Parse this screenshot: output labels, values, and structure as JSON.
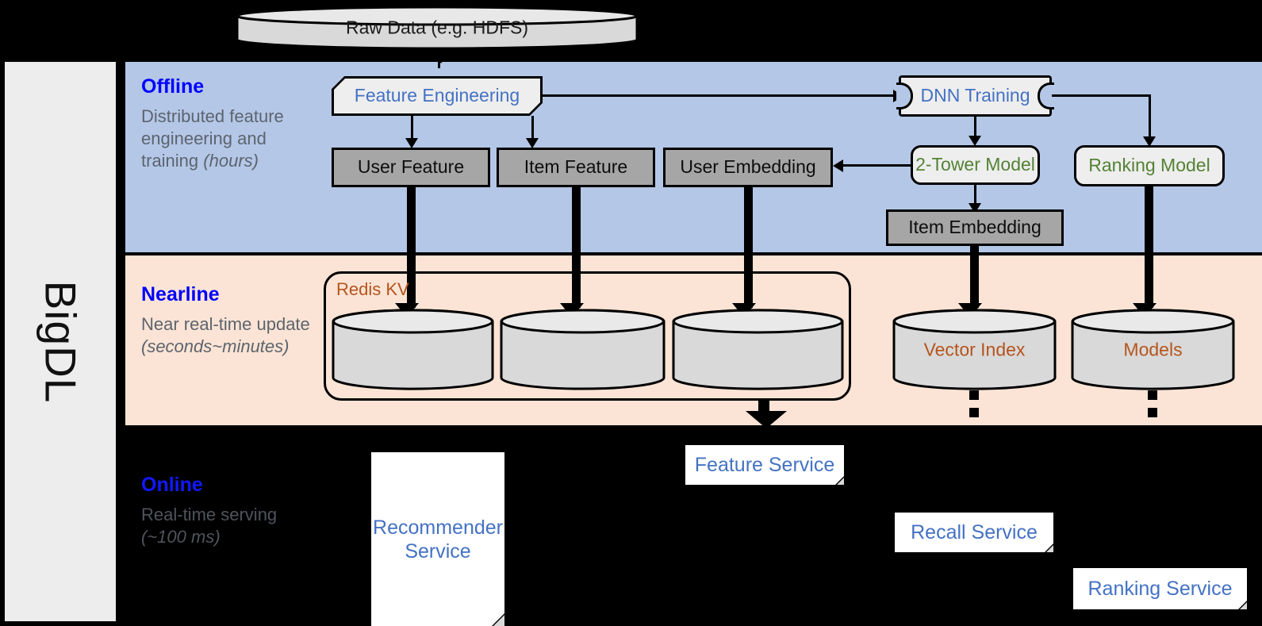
{
  "framework": {
    "name": "BigDL"
  },
  "source": {
    "label": "Raw Data (e.g. HDFS)"
  },
  "bands": {
    "offline": {
      "title": "Offline",
      "subtitle_plain": "Distributed feature engineering and training ",
      "subtitle_italic": "(hours)",
      "bg_color": "#b4c7e7"
    },
    "nearline": {
      "title": "Nearline",
      "subtitle_plain": "Near real-time update ",
      "subtitle_italic": "(seconds~minutes)",
      "bg_color": "#fbe4d5"
    },
    "online": {
      "title": "Online",
      "subtitle_plain": "Real-time serving ",
      "subtitle_italic": "(~100 ms)",
      "bg_color": "#000000"
    }
  },
  "offline_nodes": {
    "feature_engineering": {
      "label": "Feature Engineering",
      "text_color": "#4472c4"
    },
    "dnn_training": {
      "label": "DNN Training",
      "text_color": "#4472c4"
    },
    "user_feature": {
      "label": "User Feature"
    },
    "item_feature": {
      "label": "Item Feature"
    },
    "user_embedding": {
      "label": "User Embedding"
    },
    "two_tower_model": {
      "label": "2-Tower Model",
      "text_color": "#548235"
    },
    "ranking_model": {
      "label": "Ranking Model",
      "text_color": "#548235"
    },
    "item_embedding": {
      "label": "Item Embedding"
    }
  },
  "nearline_nodes": {
    "redis_group": {
      "label": "Redis KV",
      "text_color": "#b5551d"
    },
    "store_user_feature": {
      "label": ""
    },
    "store_item_feature": {
      "label": ""
    },
    "store_user_embedding": {
      "label": ""
    },
    "vector_index": {
      "label": "Vector Index",
      "text_color": "#b5551d"
    },
    "models": {
      "label": "Models",
      "text_color": "#b5551d"
    }
  },
  "online_nodes": {
    "recommender_service": {
      "label": "Recommender Service",
      "text_color": "#4472c4"
    },
    "feature_service": {
      "label": "Feature Service",
      "text_color": "#4472c4"
    },
    "recall_service": {
      "label": "Recall Service",
      "text_color": "#4472c4"
    },
    "ranking_service": {
      "label": "Ranking Service",
      "text_color": "#4472c4"
    }
  },
  "colors": {
    "accent_blue": "#0000ff",
    "node_blue_text": "#4472c4",
    "node_green_text": "#548235",
    "node_brown_text": "#b5551d",
    "gray_node_fill": "#a6a6a6",
    "light_node_fill": "#eeeeee",
    "muted_text": "#5d646e"
  }
}
